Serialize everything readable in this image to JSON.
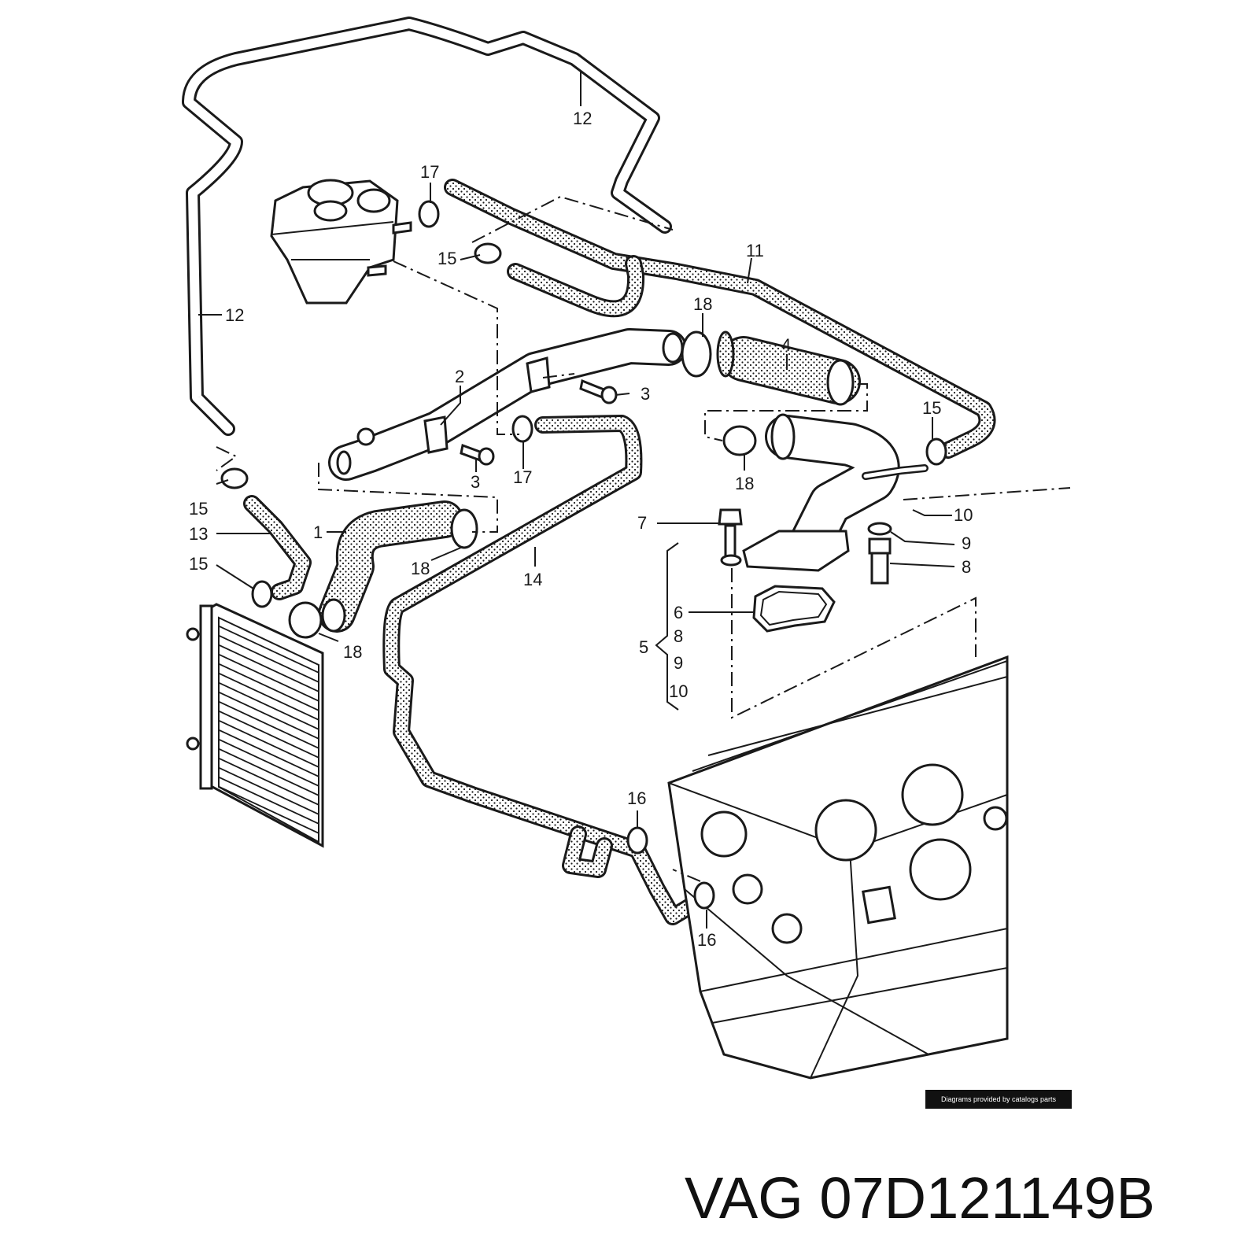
{
  "diagram": {
    "callouts": {
      "c1": "1",
      "c2": "2",
      "c3a": "3",
      "c3b": "3",
      "c4": "4",
      "c5": "5",
      "c6": "6",
      "c7": "7",
      "c8a": "8",
      "c8b": "8",
      "c9a": "9",
      "c9b": "9",
      "c10a": "10",
      "c10b": "10",
      "c11": "11",
      "c12a": "12",
      "c12b": "12",
      "c13": "13",
      "c14": "14",
      "c15a": "15",
      "c15b": "15",
      "c15c": "15",
      "c15d": "15",
      "c16a": "16",
      "c16b": "16",
      "c17a": "17",
      "c17b": "17",
      "c18a": "18",
      "c18b": "18",
      "c18c": "18",
      "c18d": "18"
    },
    "credit": "Diagrams provided by catalogs parts"
  },
  "product": {
    "brand": "VAG",
    "part_number": "07D121149B"
  },
  "colors": {
    "ink": "#1a1a1a",
    "paper": "#ffffff",
    "badge": "#111111"
  }
}
